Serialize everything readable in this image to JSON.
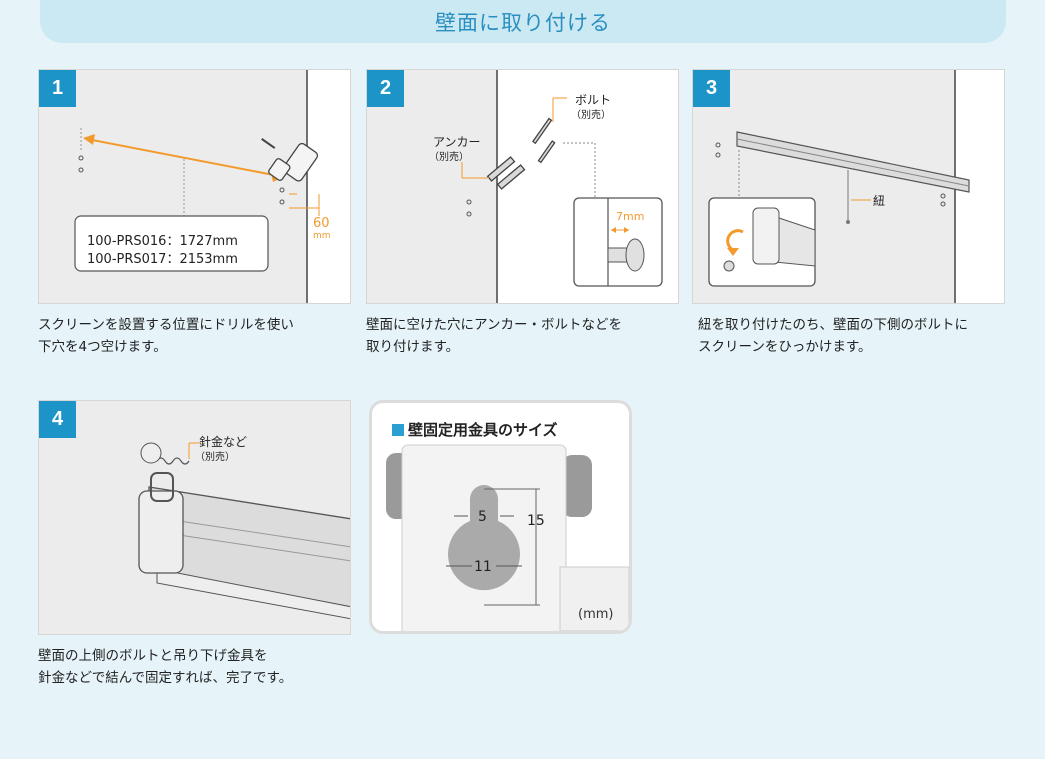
{
  "header": {
    "title": "壁面に取り付ける"
  },
  "steps": [
    {
      "number": "1",
      "caption_line1": "スクリーンを設置する位置にドリルを使い",
      "caption_line2": "下穴を4つ空けます。",
      "model_line1": "100-PRS016：1727mm",
      "model_line2": "100-PRS017：2153mm",
      "dim_value": "60",
      "dim_unit": "mm"
    },
    {
      "number": "2",
      "caption_line1": "壁面に空けた穴にアンカー・ボルトなどを",
      "caption_line2": "取り付けます。",
      "bolt_label": "ボルト",
      "bolt_sub": "（別売）",
      "anchor_label": "アンカー",
      "anchor_sub": "（別売）",
      "gap_label": "7mm"
    },
    {
      "number": "3",
      "caption_line1": "紐を取り付けたのち、壁面の下側のボルトに",
      "caption_line2": "スクリーンをひっかけます。",
      "string_label": "紐"
    },
    {
      "number": "4",
      "caption_line1": "壁面の上側のボルトと吊り下げ金具を",
      "caption_line2": "針金などで結んで固定すれば、完了です。",
      "wire_label": "針金など",
      "wire_sub": "（別売）"
    }
  ],
  "bracket": {
    "title": "壁固定用金具のサイズ",
    "dim_small": "5",
    "dim_large": "11",
    "dim_height": "15",
    "unit": "(mm)"
  },
  "colors": {
    "accent": "#1c94c7",
    "orange": "#f39a2c",
    "header_bg": "#cbe9f3"
  }
}
